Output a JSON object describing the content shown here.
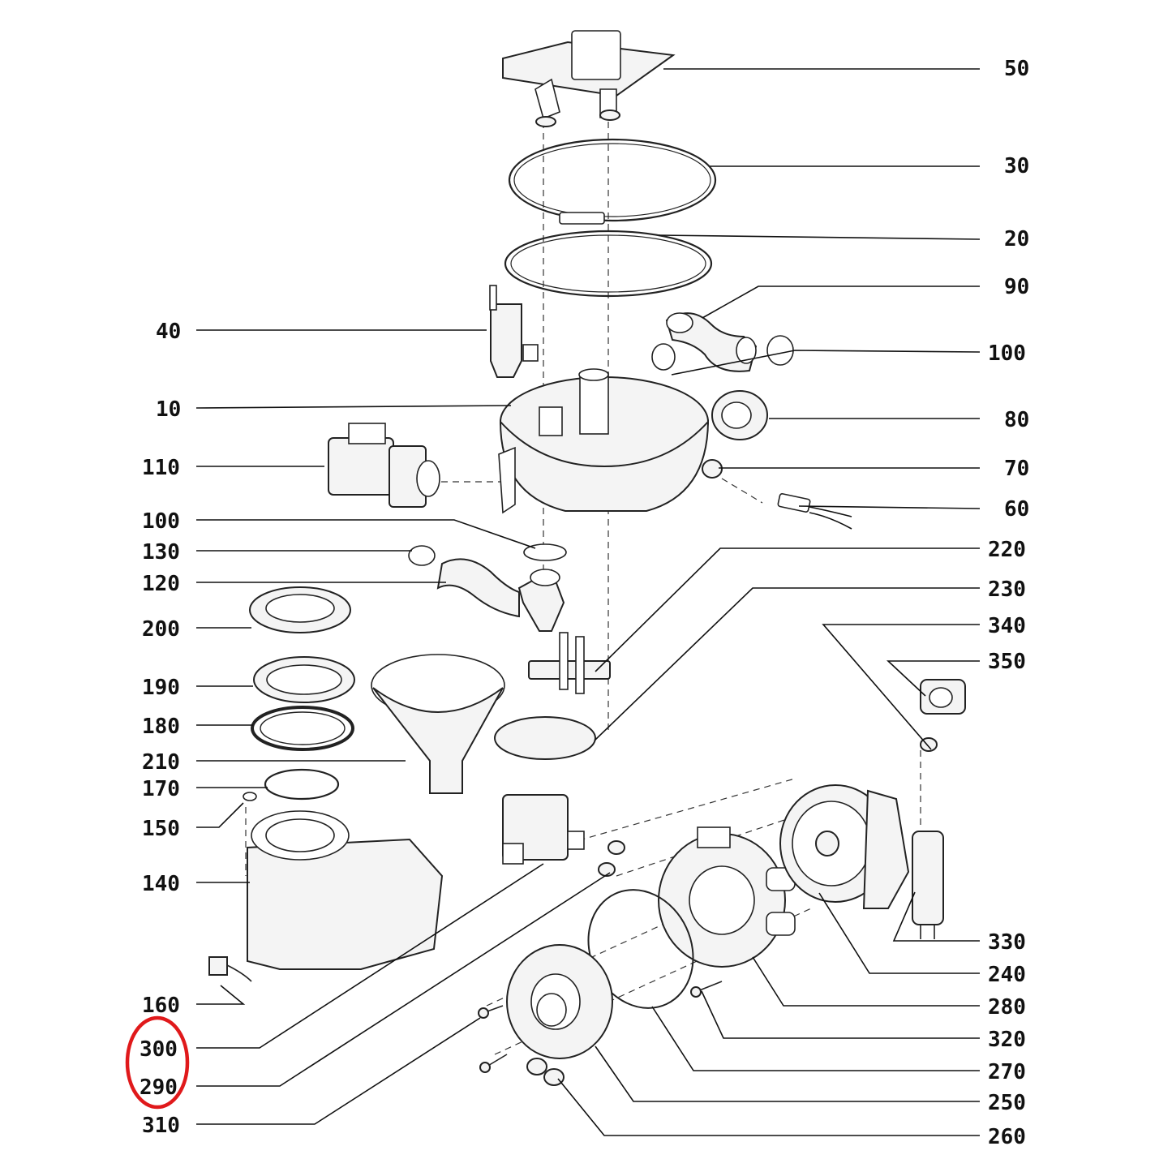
{
  "labels": {
    "l50": "50",
    "l30": "30",
    "l20": "20",
    "l90": "90",
    "l100a": "100",
    "l80": "80",
    "l70": "70",
    "l60": "60",
    "l220": "220",
    "l230": "230",
    "l340": "340",
    "l350": "350",
    "l330": "330",
    "l240": "240",
    "l280": "280",
    "l320": "320",
    "l270": "270",
    "l250": "250",
    "l260": "260",
    "l40": "40",
    "l10": "10",
    "l110": "110",
    "l100b": "100",
    "l130": "130",
    "l120": "120",
    "l200": "200",
    "l190": "190",
    "l180": "180",
    "l210": "210",
    "l170": "170",
    "l150": "150",
    "l140": "140",
    "l160": "160",
    "l300": "300",
    "l290": "290",
    "l310": "310"
  },
  "highlight": {
    "color": "#e0191b",
    "labels": [
      "300",
      "290"
    ]
  }
}
